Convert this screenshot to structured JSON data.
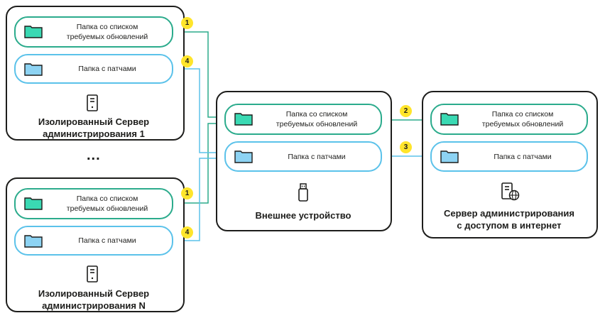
{
  "colors": {
    "green": "#2bab8c",
    "blue": "#5bc2ea",
    "badge": "#ffe52b",
    "folder_green": "#3ad9b3",
    "folder_blue": "#8dd3f3"
  },
  "server1": {
    "title": "Изолированный Сервер\nадминистрирования 1",
    "required_folder": "Папка со списком\nтребуемых обновлений",
    "patches_folder": "Папка с патчами",
    "icon": "server-icon"
  },
  "ellipsis": "...",
  "serverN": {
    "title": "Изолированный Сервер\nадминистрирования N",
    "required_folder": "Папка со списком\nтребуемых обновлений",
    "patches_folder": "Папка с патчами",
    "icon": "server-icon"
  },
  "external_device": {
    "title": "Внешнее устройство",
    "required_folder": "Папка со списком\nтребуемых обновлений",
    "patches_folder": "Папка с патчами",
    "icon": "usb-drive-icon"
  },
  "internet_server": {
    "title": "Сервер администрирования\nс доступом в интернет",
    "required_folder": "Папка со списком\nтребуемых обновлений",
    "patches_folder": "Папка с патчами",
    "icon": "server-globe-icon"
  },
  "steps": {
    "s1a": "1",
    "s4a": "4",
    "s2": "2",
    "s3": "3",
    "s1b": "1",
    "s4b": "4"
  }
}
